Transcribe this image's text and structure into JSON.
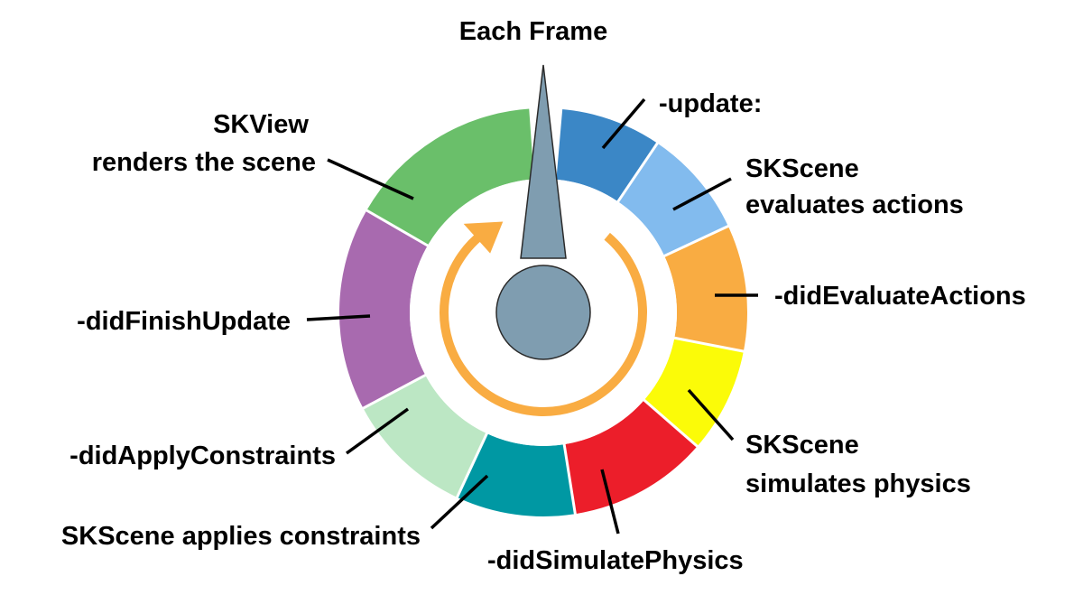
{
  "title": "Each Frame",
  "steps": [
    {
      "id": "update",
      "lines": [
        "-update:"
      ],
      "color": "#3b87c6"
    },
    {
      "id": "evaluate-actions",
      "lines": [
        "SKScene",
        "evaluates actions"
      ],
      "color": "#82bbee"
    },
    {
      "id": "did-evaluate-actions",
      "lines": [
        "-didEvaluateActions"
      ],
      "color": "#f9ac42"
    },
    {
      "id": "simulate-physics",
      "lines": [
        "SKScene",
        "simulates physics"
      ],
      "color": "#fbfb08"
    },
    {
      "id": "did-simulate-physics",
      "lines": [
        "-didSimulatePhysics"
      ],
      "color": "#ec1e2a"
    },
    {
      "id": "apply-constraints",
      "lines": [
        "SKScene applies constraints"
      ],
      "color": "#0098a3"
    },
    {
      "id": "did-apply-constraints",
      "lines": [
        "-didApplyConstraints"
      ],
      "color": "#bce7c4"
    },
    {
      "id": "did-finish-update",
      "lines": [
        "-didFinishUpdate"
      ],
      "color": "#a86aaf"
    },
    {
      "id": "render",
      "lines": [
        "SKView",
        "renders the scene"
      ],
      "color": "#6abf6a"
    }
  ],
  "colors": {
    "hub": "#7f9db0",
    "cycle_arrow": "#f9ac42",
    "leader": "#000000"
  }
}
